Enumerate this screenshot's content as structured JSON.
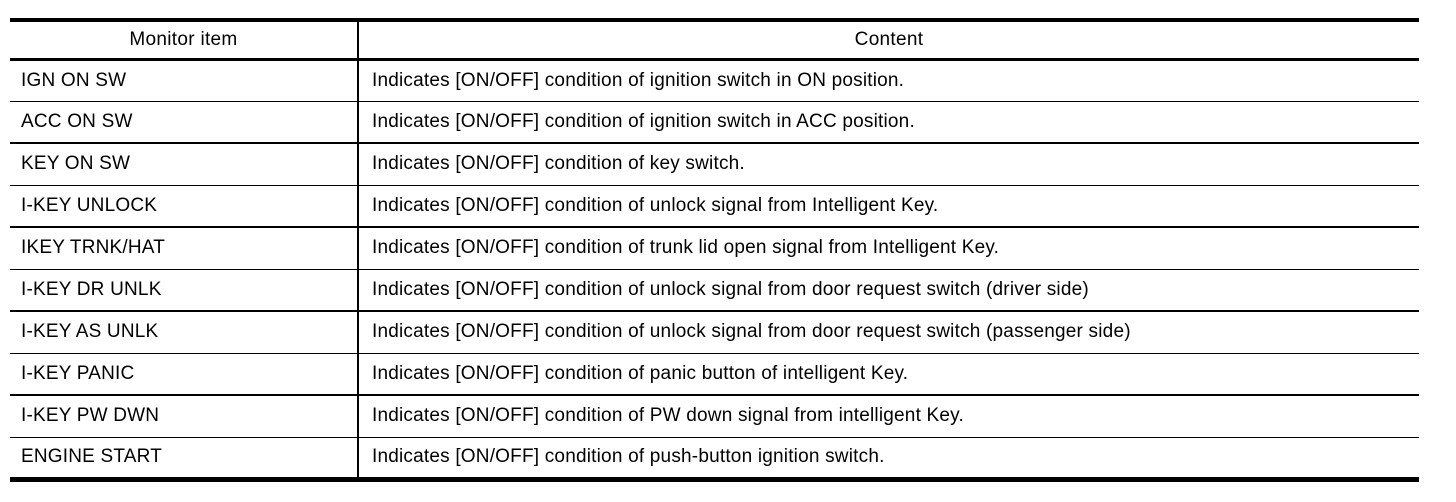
{
  "table": {
    "headers": {
      "monitor_item": "Monitor item",
      "content": "Content"
    },
    "rows": [
      {
        "item": "IGN ON SW",
        "content": "Indicates [ON/OFF] condition of ignition switch in ON position."
      },
      {
        "item": "ACC ON SW",
        "content": "Indicates [ON/OFF] condition of ignition switch in ACC position."
      },
      {
        "item": "KEY ON SW",
        "content": "Indicates [ON/OFF] condition of key switch."
      },
      {
        "item": "I-KEY UNLOCK",
        "content": "Indicates [ON/OFF] condition of unlock signal from Intelligent Key."
      },
      {
        "item": "IKEY TRNK/HAT",
        "content": "Indicates [ON/OFF] condition of trunk lid open signal from Intelligent Key."
      },
      {
        "item": "I-KEY DR UNLK",
        "content": "Indicates [ON/OFF] condition of unlock signal from door request switch (driver side)"
      },
      {
        "item": "I-KEY AS UNLK",
        "content": "Indicates [ON/OFF] condition of unlock signal from door request switch (passenger side)"
      },
      {
        "item": "I-KEY PANIC",
        "content": "Indicates [ON/OFF] condition of panic button of intelligent Key."
      },
      {
        "item": "I-KEY PW DWN",
        "content": "Indicates [ON/OFF] condition of PW down signal from intelligent Key."
      },
      {
        "item": "ENGINE START",
        "content": "Indicates [ON/OFF] condition of push-button ignition switch."
      }
    ],
    "colors": {
      "border": "#000000",
      "text": "#000000",
      "background": "#ffffff"
    }
  }
}
